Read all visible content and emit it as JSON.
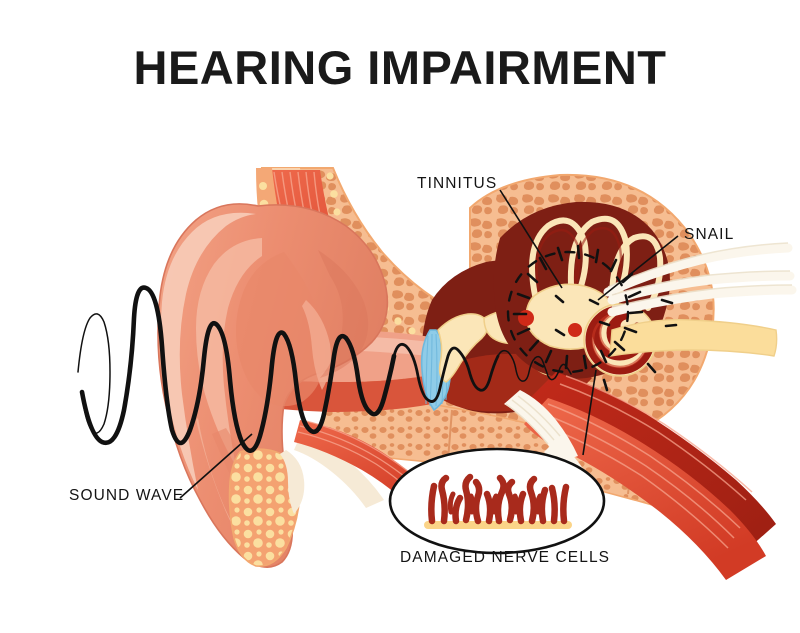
{
  "title": "HEARING IMPAIRMENT",
  "labels": {
    "tinnitus": "TINNITUS",
    "snail": "SNAIL",
    "sound_wave": "SOUND WAVE",
    "damaged_nerve_cells": "DAMAGED NERVE CELLS"
  },
  "colors": {
    "background": "#ffffff",
    "text": "#141414",
    "pinna_base": "#ef9a7d",
    "pinna_mid": "#e8876a",
    "pinna_light": "#f4b79e",
    "pinna_highlight": "#f7c9b5",
    "pinna_shadow": "#d9765c",
    "bone_fill": "#f6bd91",
    "bone_speckle": "#e08f5d",
    "bone_edge": "#f9d3ae",
    "fat_dot": "#fbdfa0",
    "muscle_light": "#f0674a",
    "muscle_mid": "#e4482f",
    "muscle_dark": "#b82419",
    "cavity_dark": "#7e1f14",
    "cavity_mid": "#a32a18",
    "cochlea_red": "#9c1c12",
    "ossicle": "#fbe6b8",
    "ossicle_edge": "#f0cf8a",
    "eardrum": "#8fcce8",
    "eardrum_edge": "#6fb8dc",
    "nerve_white": "#fbf6ec",
    "nerve_yellow": "#fbdd9b",
    "hair_cell": "#a82a1c",
    "hair_base": "#fbd488",
    "outline": "#000000"
  },
  "anatomy": {
    "outer_ear": "pinna",
    "ear_canal": "auditory-canal",
    "eardrum": "tympanic-membrane",
    "ossicles": "malleus-incus-stapes",
    "inner_ear": "semicircular-canals",
    "cochlea": "cochlea-spiral",
    "nerve": "auditory-nerve",
    "inset": "damaged-hair-cells"
  },
  "sound_wave": {
    "description": "decaying-oscillating-waveform",
    "direction": "left-to-right"
  }
}
